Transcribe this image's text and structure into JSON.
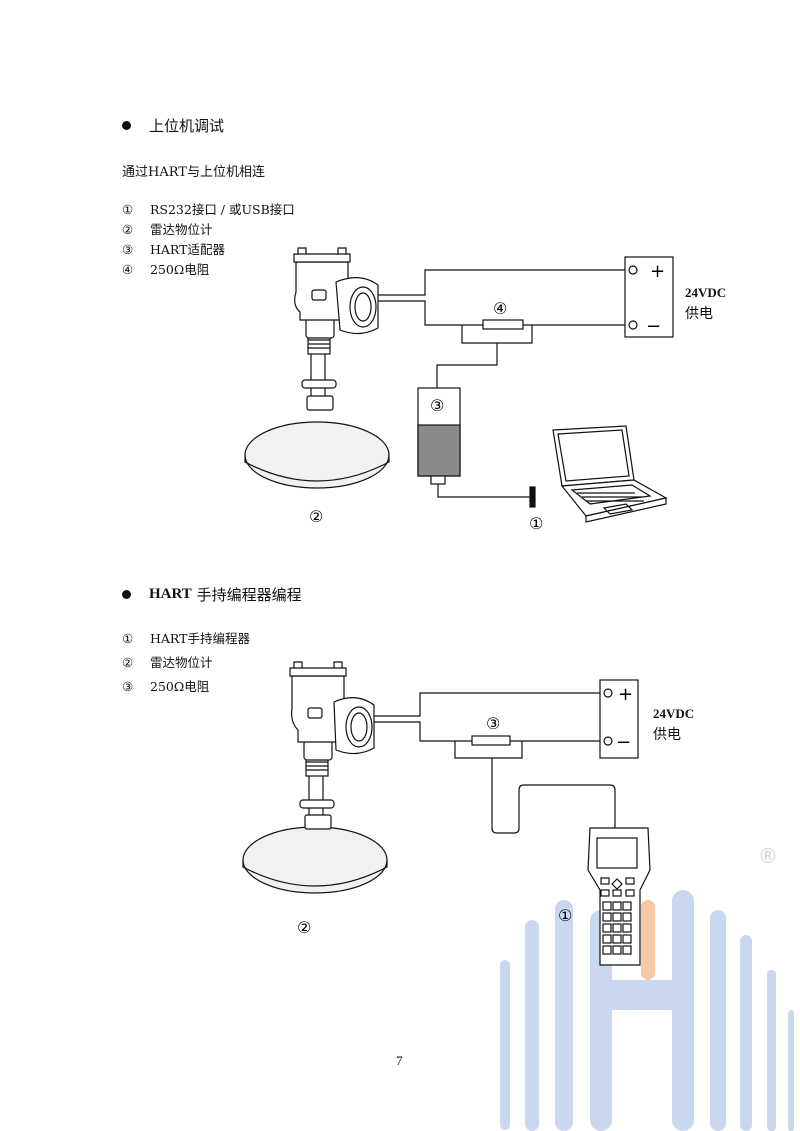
{
  "section1": {
    "title": "上位机调试",
    "intro": "通过HART与上位机相连",
    "legend": [
      {
        "num": "①",
        "text": "RS232接口 / 或USB接口"
      },
      {
        "num": "②",
        "text": "雷达物位计"
      },
      {
        "num": "③",
        "text": "HART适配器"
      },
      {
        "num": "④",
        "text": "250Ω电阻"
      }
    ],
    "diagram": {
      "supply_voltage": "24VDC",
      "supply_label": "供电",
      "plus": "+",
      "minus": "−",
      "callout_resistor": "④",
      "callout_adapter": "③",
      "callout_radar": "②",
      "callout_interface": "①"
    }
  },
  "section2": {
    "title_bold": "HART",
    "title_rest": " 手持编程器编程",
    "legend": [
      {
        "num": "①",
        "text": "HART手持编程器"
      },
      {
        "num": "②",
        "text": "雷达物位计"
      },
      {
        "num": "③",
        "text": "250Ω电阻"
      }
    ],
    "diagram": {
      "supply_voltage": "24VDC",
      "supply_label": "供电",
      "plus": "+",
      "minus": "−",
      "callout_resistor": "③",
      "callout_radar": "②",
      "callout_handheld": "①"
    }
  },
  "page_number": "7",
  "colors": {
    "ink": "#111111",
    "adapter_dark": "#8a8a8a",
    "antenna_fill": "#f1f1f1",
    "watermark_blue": "#c9d8ef",
    "watermark_orange": "#f6c9a3"
  }
}
